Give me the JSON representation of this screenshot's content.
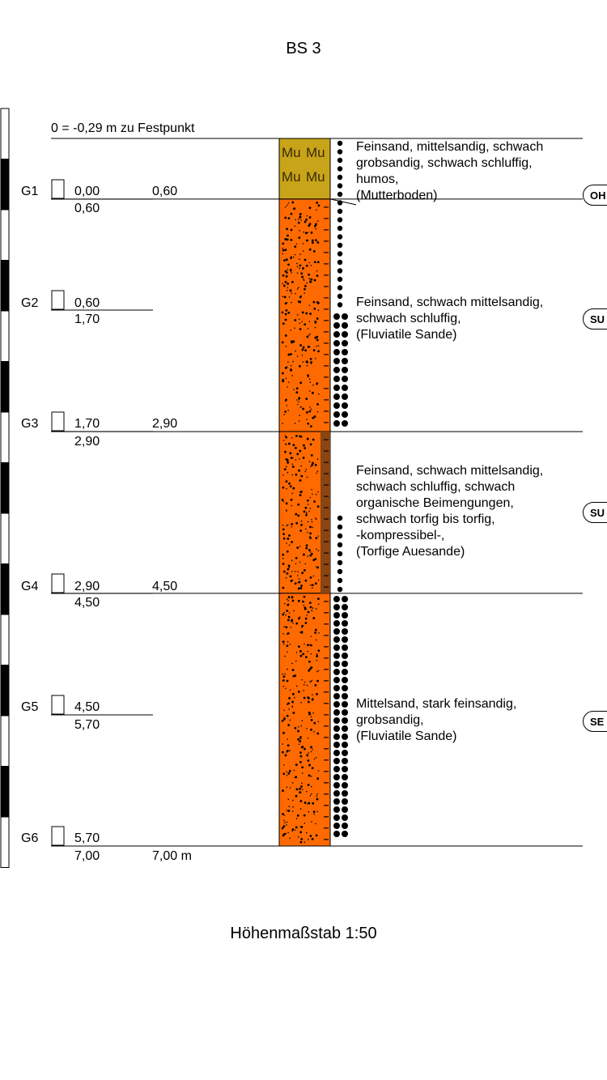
{
  "title": "BS 3",
  "reference": "0 = -0,29 m zu Festpunkt",
  "scale_label": "Höhenmaßstab 1:50",
  "end_depth_label": "7,00 m",
  "layers": [
    {
      "top": 0.0,
      "bottom": 0.6,
      "soil": "Mu",
      "color": "#c8a41a",
      "description": "Feinsand, mittelsandig, schwach\ngrobsandig, schwach schluffig,\nhumos,\n(Mutterboden)",
      "code": "OH",
      "bottom_label": "0,60"
    },
    {
      "top": 0.6,
      "bottom": 2.9,
      "soil": "fS",
      "color": "#ff6a00",
      "description": "Feinsand, schwach mittelsandig,\nschwach schluffig,\n(Fluviatile Sande)",
      "code": "SU",
      "bottom_label": "2,90"
    },
    {
      "top": 2.9,
      "bottom": 4.5,
      "soil": "fS, h",
      "color": "#ff6a00",
      "description": "Feinsand, schwach mittelsandig,\nschwach schluffig, schwach\norganische Beimengungen,\nschwach torfig bis torfig,\n-kompressibel-,\n(Torfige Auesande)",
      "code": "SU",
      "bottom_label": "4,50"
    },
    {
      "top": 4.5,
      "bottom": 7.0,
      "soil": "mS",
      "color": "#ff6a00",
      "description": "Mittelsand, stark feinsandig,\ngrobsandig,\n(Fluviatile Sande)",
      "code": "SE",
      "bottom_label": "7,00 m"
    }
  ],
  "samples": [
    {
      "id": "G1",
      "top": "0,00",
      "bottom": "0,60",
      "top_m": 0.0
    },
    {
      "id": "G2",
      "top": "0,60",
      "bottom": "1,70",
      "top_m": 0.6
    },
    {
      "id": "G3",
      "top": "1,70",
      "bottom": "2,90",
      "top_m": 1.7
    },
    {
      "id": "G4",
      "top": "2,90",
      "bottom": "4,50",
      "top_m": 2.9
    },
    {
      "id": "G5",
      "top": "4,50",
      "bottom": "5,70",
      "top_m": 4.5
    },
    {
      "id": "G6",
      "top": "5,70",
      "bottom": "7,00",
      "top_m": 5.7
    }
  ],
  "colors": {
    "mutterboden": "#c8a41a",
    "sand": "#ff6a00",
    "organic": "#8b4513",
    "line": "#000000"
  }
}
